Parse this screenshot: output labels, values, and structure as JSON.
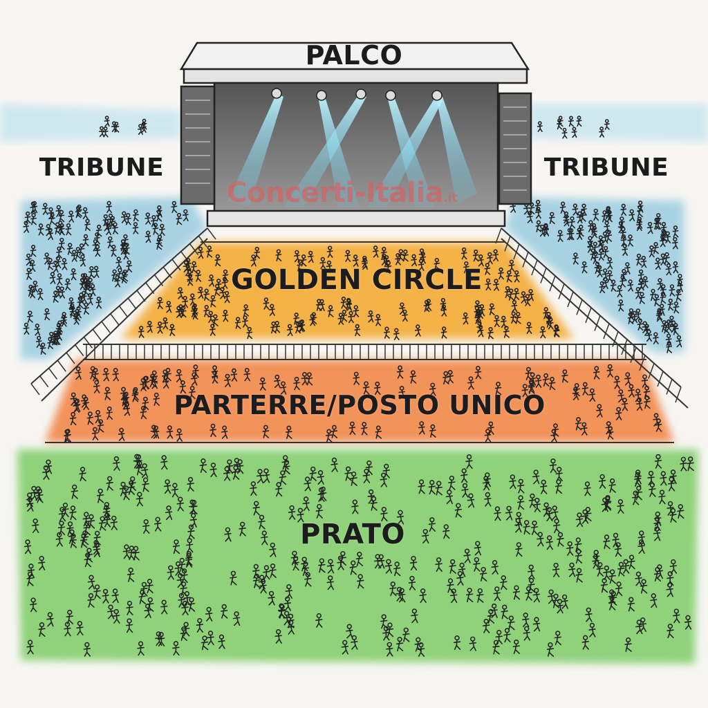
{
  "map": {
    "zones": {
      "stage": {
        "label": "PALCO",
        "color": "#3a3a3a"
      },
      "stands_left": {
        "label": "TRIBUNE",
        "color": "#a9d3e3"
      },
      "stands_right": {
        "label": "TRIBUNE",
        "color": "#a9d3e3"
      },
      "golden_circle": {
        "label": "GOLDEN CIRCLE",
        "color": "#f4b247"
      },
      "parterre": {
        "label": "PARTERRE/POSTO UNICO",
        "color": "#f2935a"
      },
      "prato": {
        "label": "PRATO",
        "color": "#8fd27a"
      }
    },
    "watermark": {
      "text": "Concerti-Italia",
      "suffix": ".it"
    }
  }
}
